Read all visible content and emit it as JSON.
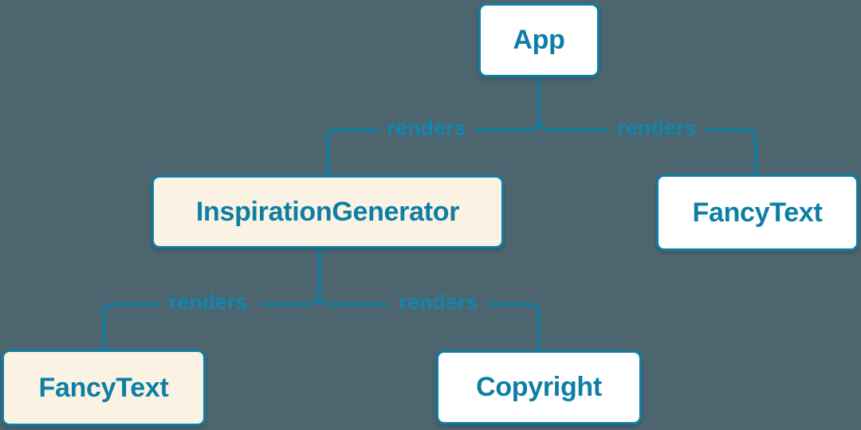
{
  "diagram": {
    "kind": "component-render-tree",
    "colors": {
      "background": "#4C656F",
      "line": "#0E7EA5",
      "edge_label": "#1186AE",
      "node_border": "#0E7EA5",
      "node_text": "#0E7EA5",
      "node_fill_white": "#FFFFFF",
      "node_fill_cream": "#FAF3E3"
    }
  },
  "nodes": [
    {
      "label": "App",
      "variant": "white"
    },
    {
      "label": "InspirationGenerator",
      "variant": "cream"
    },
    {
      "label": "FancyText",
      "variant": "white"
    },
    {
      "label": "FancyText",
      "variant": "cream"
    },
    {
      "label": "Copyright",
      "variant": "white"
    }
  ],
  "edges": [
    {
      "from": "App",
      "to": "InspirationGenerator",
      "label": "renders"
    },
    {
      "from": "App",
      "to": "FancyText",
      "label": "renders"
    },
    {
      "from": "InspirationGenerator",
      "to": "FancyText",
      "label": "renders"
    },
    {
      "from": "InspirationGenerator",
      "to": "Copyright",
      "label": "renders"
    }
  ]
}
